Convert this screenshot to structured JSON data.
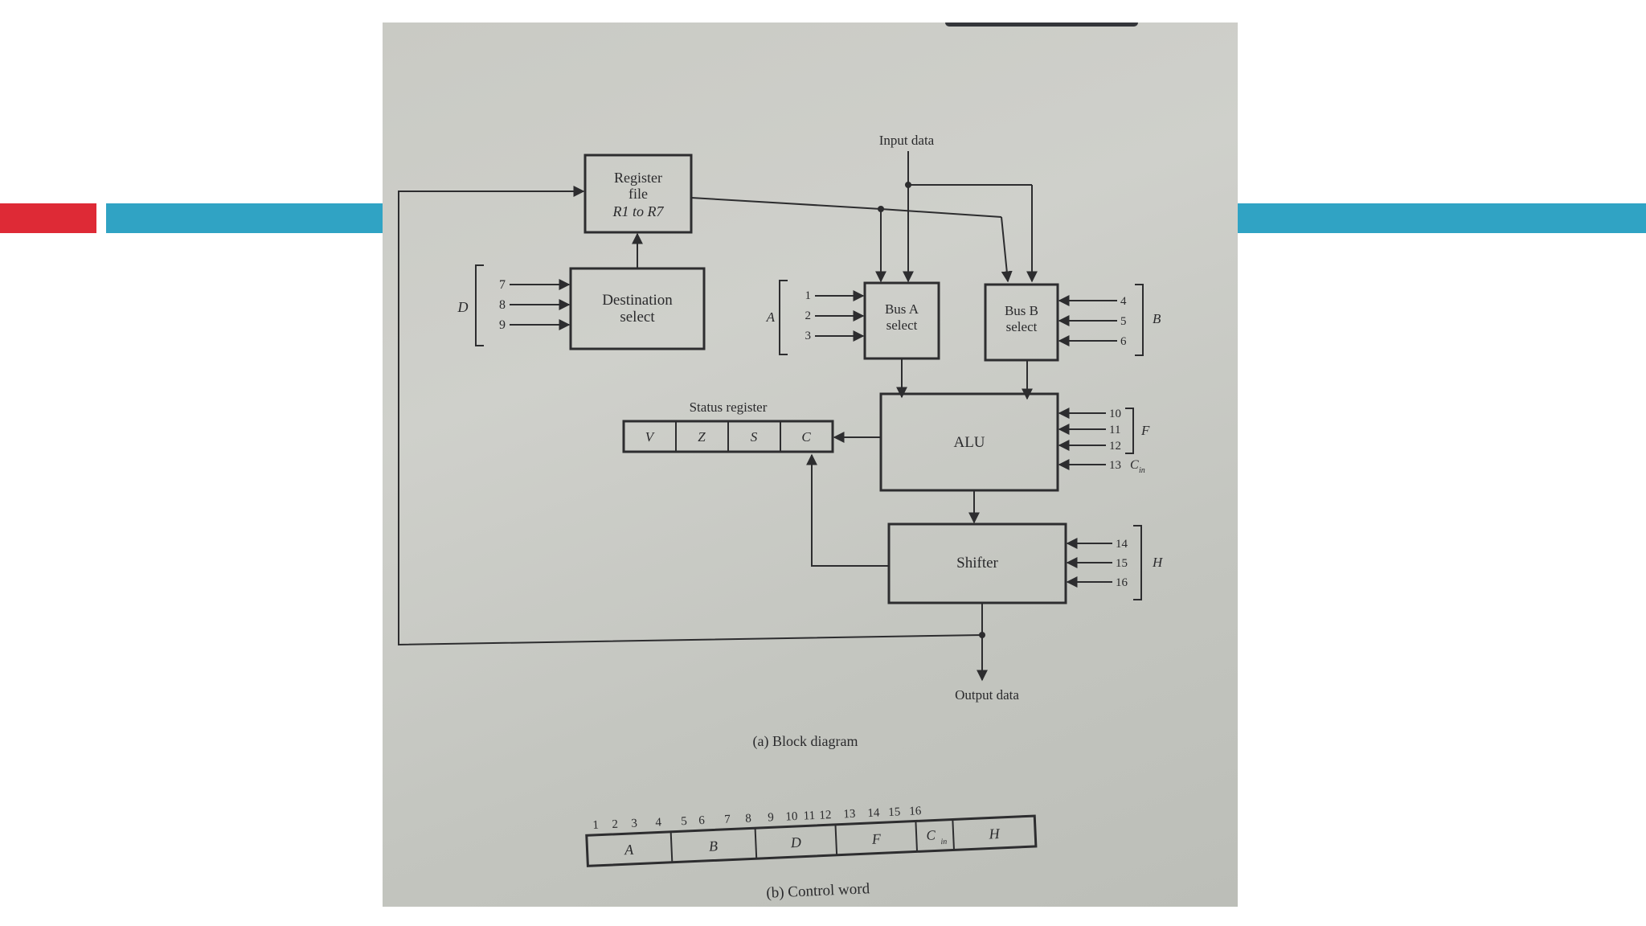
{
  "slide": {
    "accent_colors": {
      "red": "#de2a36",
      "blue": "#30a3c4"
    }
  },
  "diagram": {
    "input_label": "Input data",
    "output_label": "Output data",
    "register_file": {
      "line1": "Register",
      "line2": "file",
      "line3": "R1 to R7"
    },
    "destination_select": {
      "line1": "Destination",
      "line2": "select"
    },
    "bus_a_select": {
      "line1": "Bus A",
      "line2": "select"
    },
    "bus_b_select": {
      "line1": "Bus B",
      "line2": "select"
    },
    "alu_label": "ALU",
    "shifter_label": "Shifter",
    "status_register": {
      "title": "Status register",
      "bits": [
        "V",
        "Z",
        "S",
        "C"
      ]
    },
    "group_labels": {
      "d": "D",
      "a": "A",
      "b": "B",
      "f": "F",
      "h": "H"
    },
    "d_inputs": [
      "7",
      "8",
      "9"
    ],
    "a_inputs": [
      "1",
      "2",
      "3"
    ],
    "b_inputs": [
      "4",
      "5",
      "6"
    ],
    "f_inputs": [
      "10",
      "11",
      "12"
    ],
    "cin_input": "13",
    "cin_label_main": "C",
    "cin_label_sub": "in",
    "h_inputs": [
      "14",
      "15",
      "16"
    ],
    "caption_a": "(a) Block diagram"
  },
  "control_word": {
    "bit_numbers": [
      "1",
      "2",
      "3",
      "4",
      "5",
      "6",
      "7",
      "8",
      "9",
      "10",
      "11",
      "12",
      "13",
      "14",
      "15",
      "16"
    ],
    "fields": [
      "A",
      "B",
      "D",
      "F",
      "C",
      "H"
    ],
    "cin_sub": "in",
    "caption": "(b) Control word"
  }
}
